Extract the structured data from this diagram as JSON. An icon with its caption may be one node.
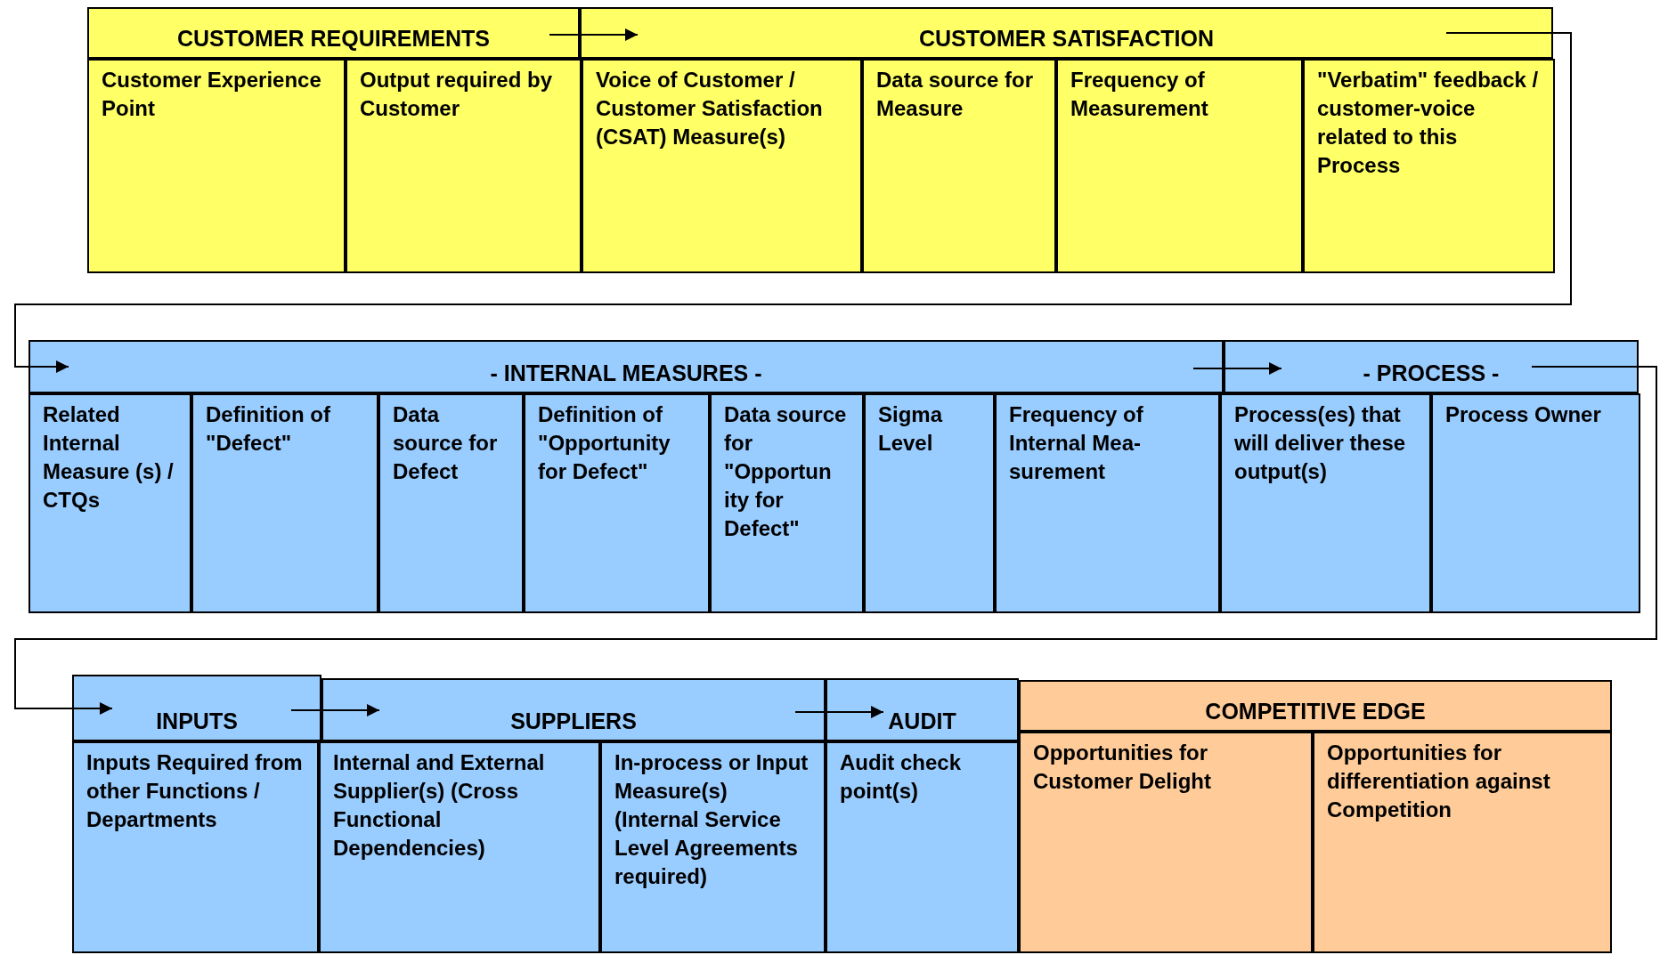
{
  "diagram": {
    "nodes": [
      {
        "text": [
          "CUSTOMER REQUIREMENTS"
        ]
      },
      {
        "text": [
          "CUSTOMER SATISFACTION"
        ]
      },
      {
        "text": [
          "Customer Experience Point"
        ]
      },
      {
        "text": [
          "Output required by Customer"
        ]
      },
      {
        "text": [
          "Voice of Customer / Customer Satisfaction (CSAT) Measure(s)"
        ]
      },
      {
        "text": [
          "Data source for Measure"
        ]
      },
      {
        "text": [
          "Frequency of Measurement"
        ]
      },
      {
        "text": [
          "\"Verbatim\" feedback / customer-voice related to this Process"
        ]
      },
      {
        "text": [
          "- INTERNAL MEASURES -"
        ]
      },
      {
        "text": [
          "- PROCESS -"
        ]
      },
      {
        "text": [
          "Related Internal Measure (s) / CTQs"
        ]
      },
      {
        "text": [
          "Definition of \"Defect\""
        ]
      },
      {
        "text": [
          "Data source for Defect"
        ]
      },
      {
        "text": [
          "Definition of \"Opportunity for Defect\""
        ]
      },
      {
        "text": [
          "Data source for \"Opportun ity for Defect\""
        ]
      },
      {
        "text": [
          "Sigma Level"
        ]
      },
      {
        "text": [
          "Frequency of Internal Mea- surement"
        ]
      },
      {
        "text": [
          "Process(es) that will deliver these output(s)"
        ]
      },
      {
        "text": [
          "Process Owner"
        ]
      },
      {
        "text": [
          "INPUTS"
        ]
      },
      {
        "text": [
          "SUPPLIERS"
        ]
      },
      {
        "text": [
          "AUDIT"
        ]
      },
      {
        "text": [
          "COMPETITIVE EDGE"
        ]
      },
      {
        "text": [
          "Inputs Required from other Functions / Departments"
        ]
      },
      {
        "text": [
          "Internal and External Supplier(s) (Cross Functional Dependencies)"
        ]
      },
      {
        "text": [
          "In-process  or Input Measure(s) (Internal Service Level Agreements required)"
        ]
      },
      {
        "text": [
          "Audit check point(s)"
        ]
      },
      {
        "text": [
          "Opportunities for Customer Delight"
        ]
      },
      {
        "text": [
          "Opportunities for differentiation against Competition"
        ]
      }
    ],
    "edges": [
      {
        "from": 0,
        "to": 1,
        "arrow": "to"
      },
      {
        "from": 1,
        "to": 8,
        "arrow": "to"
      },
      {
        "from": 8,
        "to": 9,
        "arrow": "to"
      },
      {
        "from": 9,
        "to": 19,
        "arrow": "to"
      },
      {
        "from": 19,
        "to": 20,
        "arrow": "to"
      },
      {
        "from": 20,
        "to": 21,
        "arrow": "to"
      }
    ]
  }
}
